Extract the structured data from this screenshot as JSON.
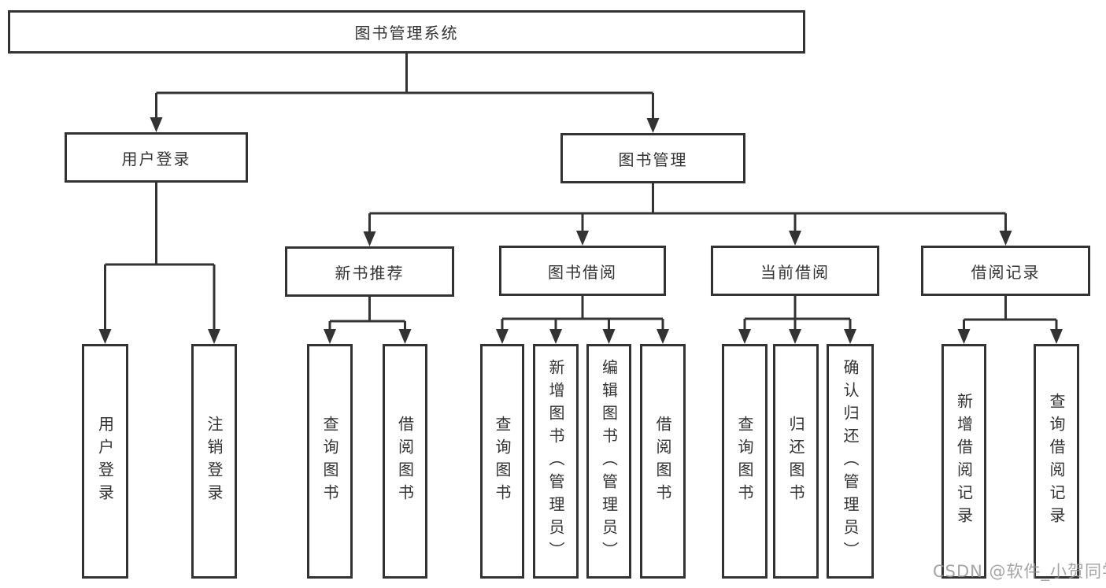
{
  "diagram": {
    "type": "hierarchy-tree",
    "tree": {
      "label": "图书管理系统",
      "children": [
        {
          "label": "用户登录",
          "children": [
            {
              "label": "用户登录"
            },
            {
              "label": "注销登录"
            }
          ]
        },
        {
          "label": "图书管理",
          "children": [
            {
              "label": "新书推荐",
              "children": [
                {
                  "label": "查询图书"
                },
                {
                  "label": "借阅图书"
                }
              ]
            },
            {
              "label": "图书借阅",
              "children": [
                {
                  "label": "查询图书"
                },
                {
                  "label": "新增图书（管理员）"
                },
                {
                  "label": "编辑图书（管理员）"
                },
                {
                  "label": "借阅图书"
                }
              ]
            },
            {
              "label": "当前借阅",
              "children": [
                {
                  "label": "查询图书"
                },
                {
                  "label": "归还图书"
                },
                {
                  "label": "确认归还（管理员）"
                }
              ]
            },
            {
              "label": "借阅记录",
              "children": [
                {
                  "label": "新增借阅记录"
                },
                {
                  "label": "查询借阅记录"
                }
              ]
            }
          ]
        }
      ]
    },
    "watermark": {
      "text": "CSDN @软件_小贺同学"
    },
    "colors": {
      "line": "#333333",
      "border": "#333333",
      "text": "#333333",
      "background": "#ffffff",
      "watermark": "#949494"
    }
  }
}
